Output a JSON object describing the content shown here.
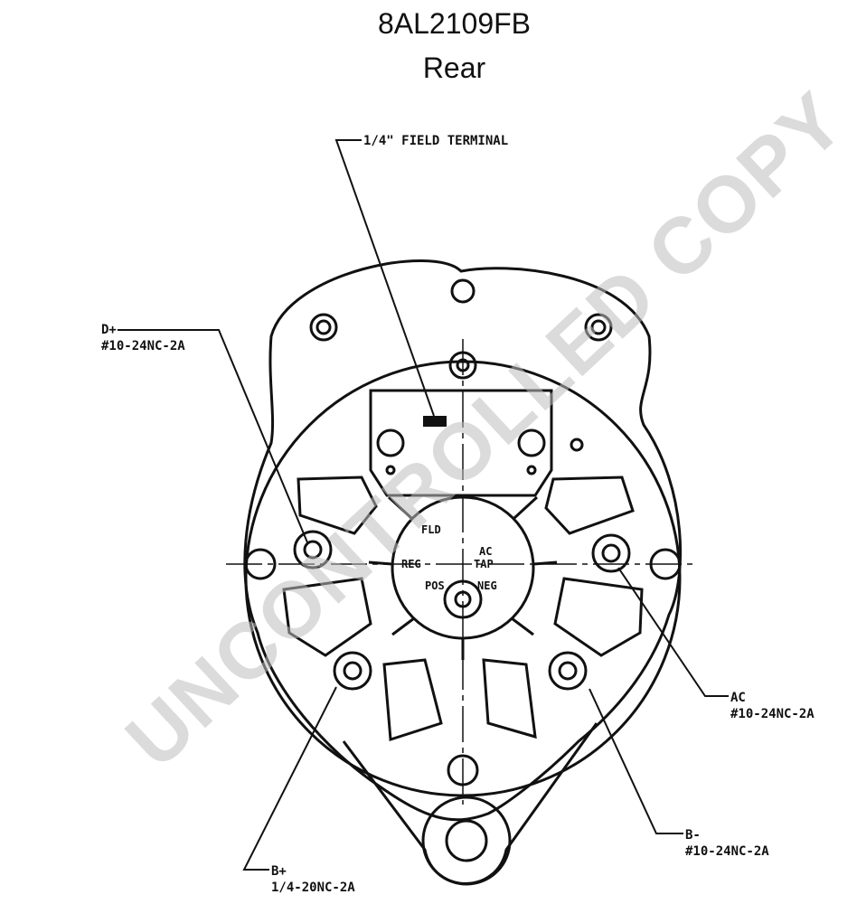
{
  "title": "8AL2109FB",
  "subtitle": "Rear",
  "watermark": "UNCONTROLLED COPY",
  "callouts": {
    "field_terminal": "1/4\" FIELD TERMINAL",
    "d_plus_name": "D+",
    "d_plus_thread": "#10-24NC-2A",
    "ac_name": "AC",
    "ac_thread": "#10-24NC-2A",
    "b_minus_name": "B-",
    "b_minus_thread": "#10-24NC-2A",
    "b_plus_name": "B+",
    "b_plus_thread": "1/4-20NC-2A"
  },
  "hub_labels": {
    "fld": "FLD",
    "reg": "REG",
    "ac": "AC",
    "tap": "TAP",
    "pos": "POS",
    "neg": "NEG"
  },
  "colors": {
    "ink": "#111111",
    "watermark": "#bebebe"
  }
}
